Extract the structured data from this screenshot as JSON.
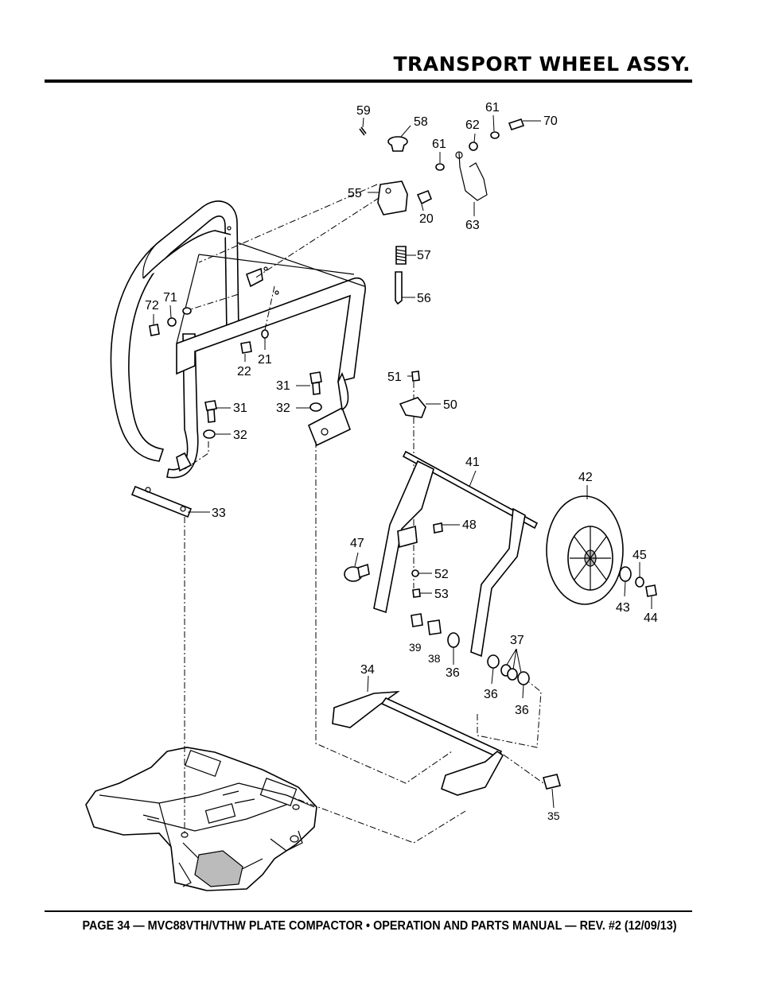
{
  "header": {
    "title": "TRANSPORT WHEEL ASSY."
  },
  "footer": {
    "text": "PAGE 34 — MVC88VTH/VTHW PLATE COMPACTOR • OPERATION AND PARTS MANUAL — REV. #2 (12/09/13)"
  },
  "callouts": {
    "c59": "59",
    "c58": "58",
    "c61a": "61",
    "c61b": "61",
    "c62": "62",
    "c70": "70",
    "c55": "55",
    "c20": "20",
    "c63": "63",
    "c57": "57",
    "c56": "56",
    "c72": "72",
    "c71": "71",
    "c22": "22",
    "c21": "21",
    "c31a": "31",
    "c31b": "31",
    "c32a": "32",
    "c32b": "32",
    "c51": "51",
    "c50": "50",
    "c41": "41",
    "c42": "42",
    "c33": "33",
    "c48": "48",
    "c47": "47",
    "c52": "52",
    "c53": "53",
    "c45": "45",
    "c43": "43",
    "c44": "44",
    "c39": "39",
    "c38": "38",
    "c36a": "36",
    "c37": "37",
    "c36b": "36",
    "c36c": "36",
    "c34": "34",
    "c35": "35"
  }
}
